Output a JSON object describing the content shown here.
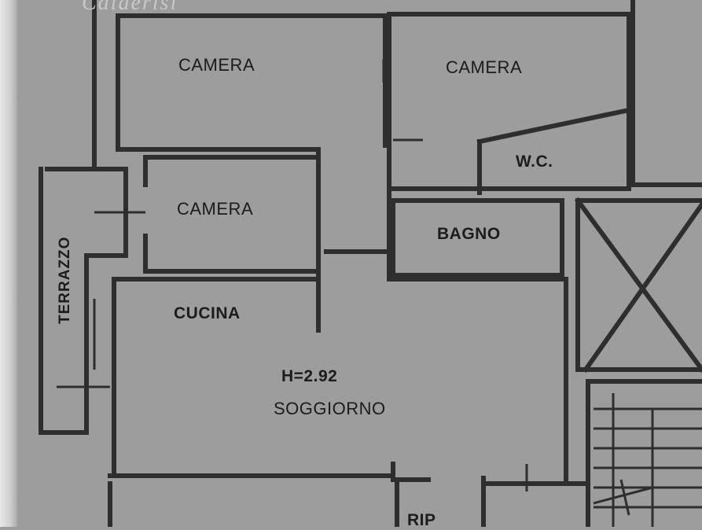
{
  "watermark": "Calderisi",
  "rooms": {
    "camera_top_left": "CAMERA",
    "camera_top_right": "CAMERA",
    "wc": "W.C.",
    "camera_mid": "CAMERA",
    "bagno": "BAGNO",
    "cucina": "CUCINA",
    "terrazzo": "TERRAZZO",
    "height": "H=2.92",
    "soggiorno": "SOGGIORNO",
    "rip": "RIP"
  },
  "colors": {
    "wall": "#2c2c2c",
    "floor": "#9d9d9d"
  }
}
